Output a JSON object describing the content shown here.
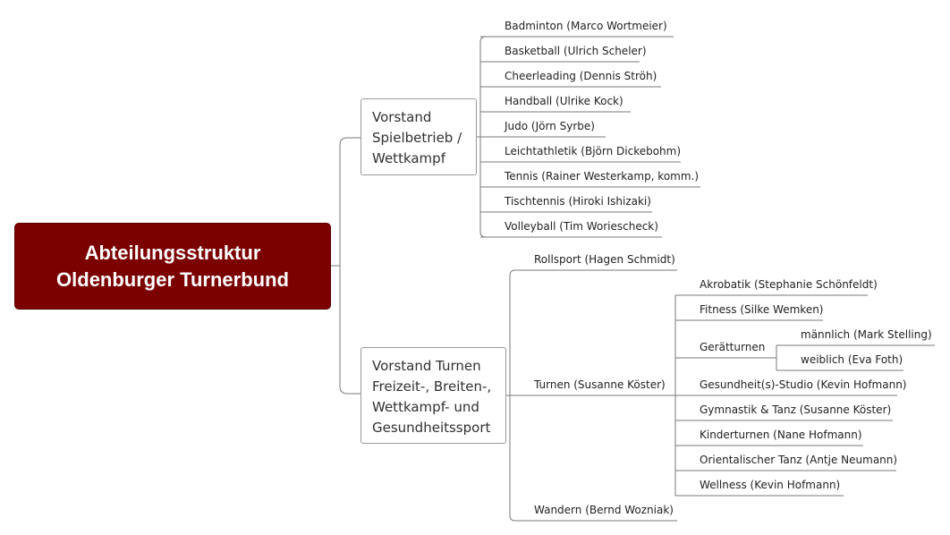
{
  "colors": {
    "root_fill": "#7b0000",
    "connector": "#7a7a7a"
  },
  "root": {
    "line1": "Abteilungsstruktur",
    "line2": "Oldenburger Turnerbund"
  },
  "spielbetrieb": {
    "lines": [
      "Vorstand",
      "Spielbetrieb /",
      "Wettkampf"
    ],
    "items": [
      "Badminton (Marco Wortmeier)",
      "Basketball (Ulrich Scheler)",
      "Cheerleading (Dennis Ströh)",
      "Handball (Ulrike Kock)",
      "Judo (Jörn Syrbe)",
      "Leichtathletik (Björn Dickebohm)",
      "Tennis (Rainer Westerkamp, komm.)",
      "Tischtennis (Hiroki Ishizaki)",
      "Volleyball (Tim Woriescheck)"
    ]
  },
  "turnen": {
    "lines": [
      "Vorstand Turnen",
      "Freizeit-, Breiten-,",
      "Wettkampf- und",
      "Gesundheitssport"
    ],
    "rollsport": "Rollsport (Hagen Schmidt)",
    "turnen_label": "Turnen (Susanne Köster)",
    "wandern": "Wandern (Bernd Wozniak)",
    "sub": {
      "akrobatik": "Akrobatik (Stephanie Schönfeldt)",
      "fitness": "Fitness (Silke Wemken)",
      "geraetturnen": "Gerätturnen",
      "maennlich": "männlich (Mark Stelling)",
      "weiblich": "weiblich (Eva Foth)",
      "gesundheit": "Gesundheit(s)-Studio (Kevin Hofmann)",
      "gymnastik": "Gymnastik & Tanz (Susanne Köster)",
      "kinderturnen": "Kinderturnen (Nane Hofmann)",
      "orientalisch": "Orientalischer Tanz (Antje Neumann)",
      "wellness": "Wellness (Kevin Hofmann)"
    }
  }
}
